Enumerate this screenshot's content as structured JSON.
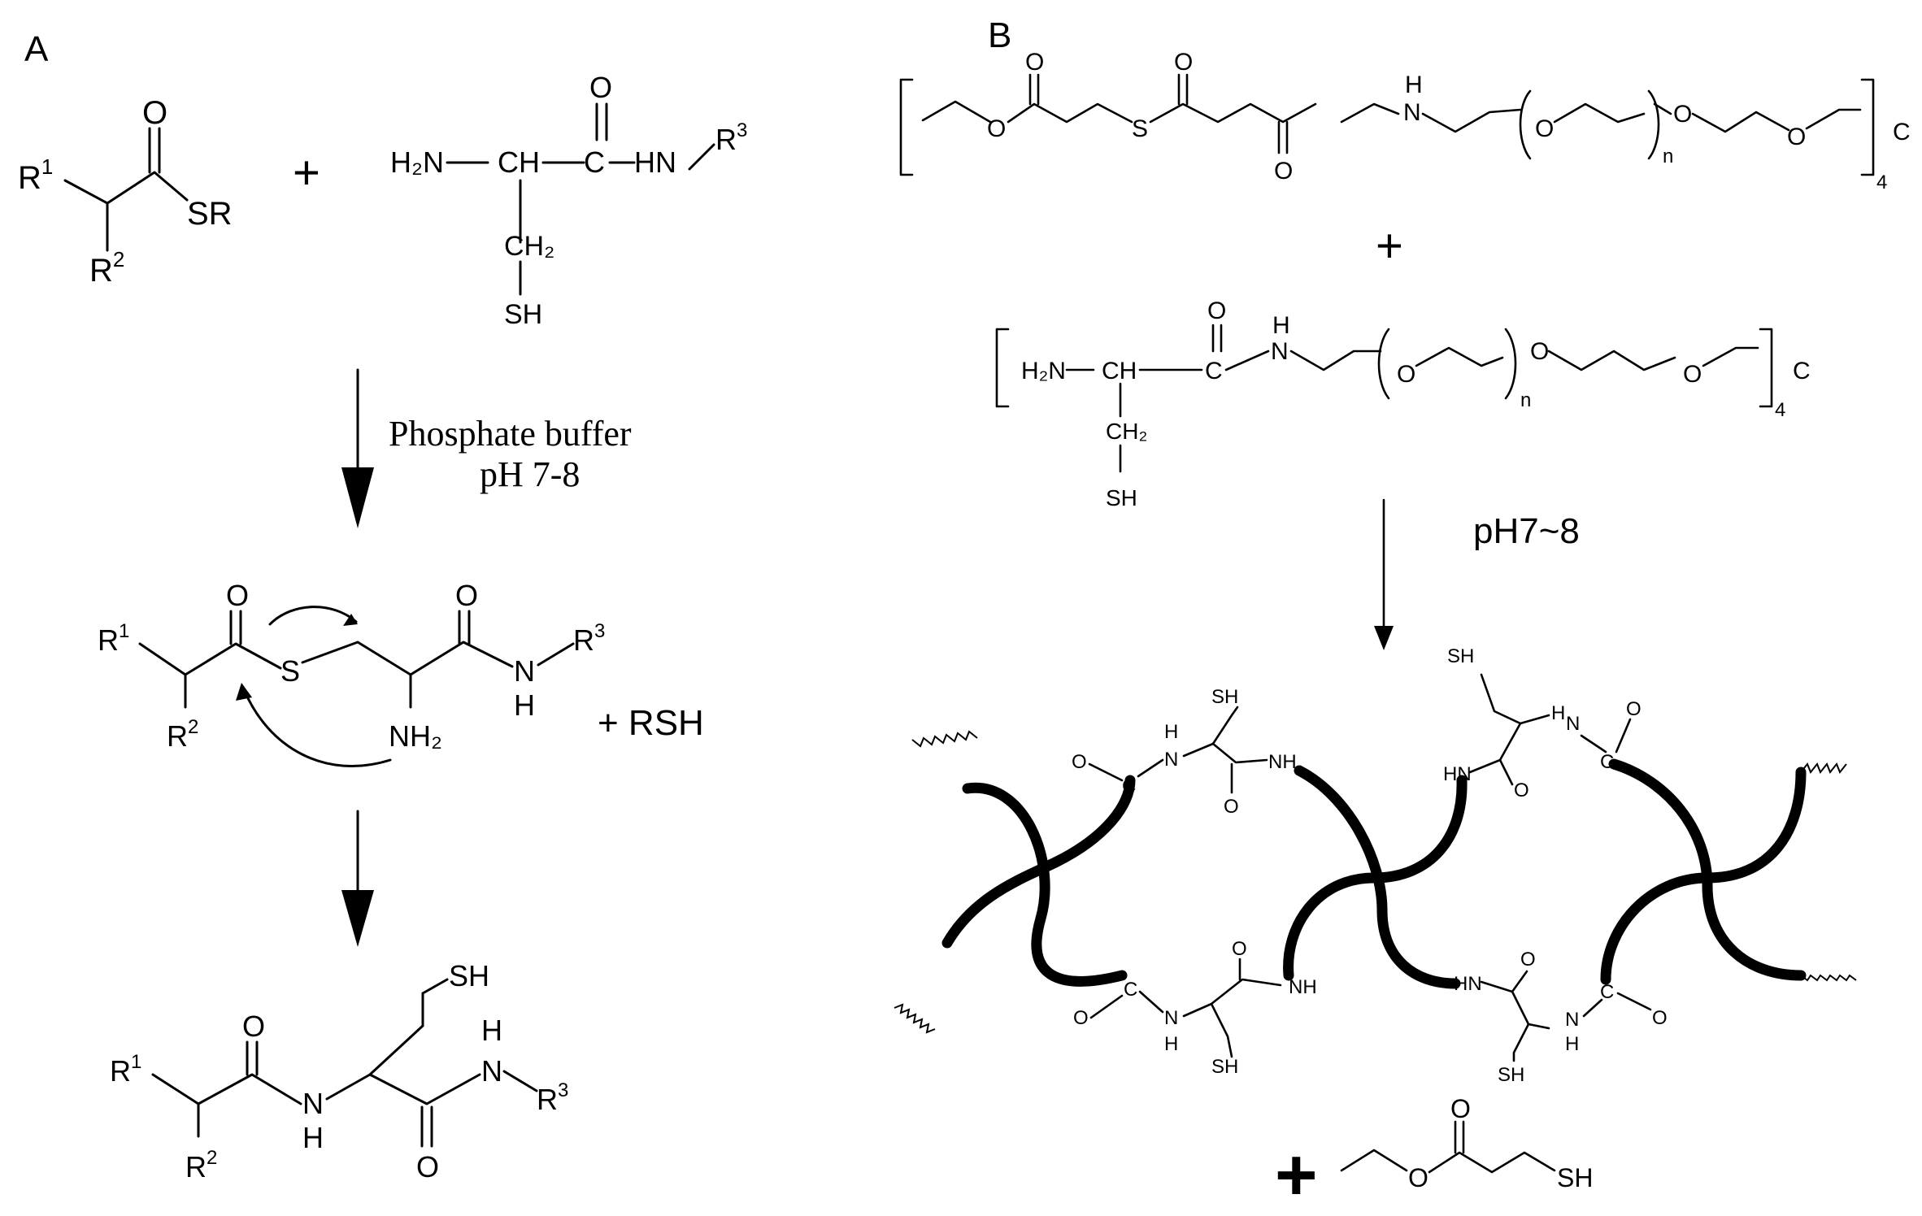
{
  "panelA": {
    "label": "A",
    "plus": "+",
    "reactant1": {
      "r1": "R",
      "r1_sup": "1",
      "r2": "R",
      "r2_sup": "2",
      "o": "O",
      "sr": "SR"
    },
    "reactant2": {
      "h2n": "H₂N",
      "ch": "CH",
      "c": "C",
      "o": "O",
      "hn": "HN",
      "r3": "R",
      "r3_sup": "3",
      "ch2": "CH₂",
      "sh": "SH"
    },
    "condition_line1": "Phosphate buffer",
    "condition_line2": "pH 7-8",
    "intermediate": {
      "r1": "R",
      "r1_sup": "1",
      "r2": "R",
      "r2_sup": "2",
      "o1": "O",
      "s": "S",
      "o2": "O",
      "n": "N",
      "h": "H",
      "r3": "R",
      "r3_sup": "3",
      "nh2": "NH₂",
      "byproduct": "+ RSH"
    },
    "product": {
      "sh": "SH",
      "r1": "R",
      "r1_sup": "1",
      "r2": "R",
      "r2_sup": "2",
      "o1": "O",
      "n1": "N",
      "h1": "H",
      "o2": "O",
      "n2": "N",
      "h2": "H",
      "r3": "R",
      "r3_sup": "3"
    }
  },
  "panelB": {
    "label": "B",
    "plus1": "+",
    "plus2": "+",
    "reagent1": {
      "o_ester": "O",
      "o_carbonyl1": "O",
      "s": "S",
      "o_carbonyl2": "O",
      "o_amide": "O",
      "h": "H",
      "n": "N",
      "o1": "O",
      "n_sub": "n",
      "o2": "O",
      "o3": "O",
      "four": "4",
      "c": "C"
    },
    "reagent2": {
      "h2n": "H₂N",
      "ch": "CH",
      "c": "C",
      "o_top": "O",
      "h": "H",
      "n": "N",
      "o1": "O",
      "n_sub": "n",
      "o2": "O",
      "o3": "O",
      "four": "4",
      "c_end": "C",
      "ch2": "CH₂",
      "sh": "SH"
    },
    "condition": "pH7~8",
    "network": {
      "sh": "SH",
      "nh": "NH",
      "hn": "HN",
      "n": "N",
      "h": "H",
      "o": "O",
      "c": "C"
    },
    "byproduct": {
      "o_carbonyl": "O",
      "o_ester": "O",
      "sh": "SH"
    }
  }
}
